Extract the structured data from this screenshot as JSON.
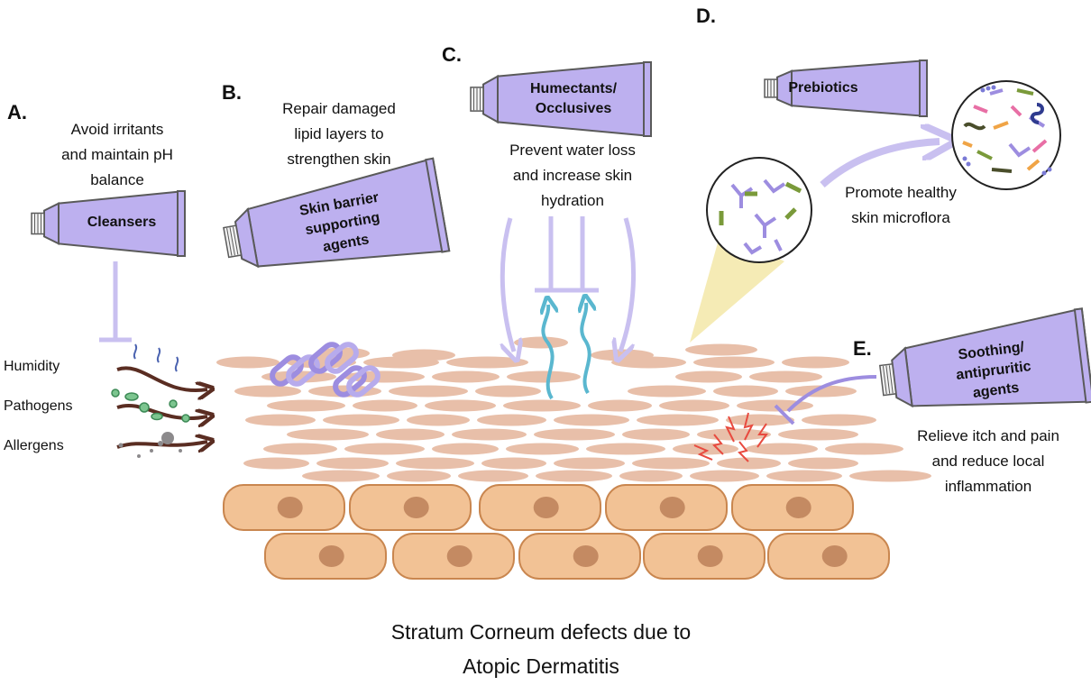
{
  "panels": {
    "a": {
      "letter": "A.",
      "description": "Avoid irritants\nand maintain pH\nbalance",
      "product": "Cleansers"
    },
    "b": {
      "letter": "B.",
      "description": "Repair damaged\nlipid layers to\nstrengthen skin",
      "product": "Skin barrier\nsupporting\nagents"
    },
    "c": {
      "letter": "C.",
      "description": "Prevent water loss\nand increase skin\nhydration",
      "product": "Humectants/\nOcclusives"
    },
    "d": {
      "letter": "D.",
      "description": "Promote healthy\nskin microflora",
      "product": "Prebiotics"
    },
    "e": {
      "letter": "E.",
      "description": "Relieve itch and pain\nand reduce local\ninflammation",
      "product": "Soothing/\nantipruritic\nagents"
    }
  },
  "stressors": [
    "Humidity",
    "Pathogens",
    "Allergens"
  ],
  "caption": "Stratum Corneum defects due to\nAtopic Dermatitis",
  "colors": {
    "tube": "#bdb0ef",
    "tube_outline": "#5a5a5a",
    "inhibit_line": "#c9c0f0",
    "corneocyte": "#e8bfa9",
    "cell": "#f2c295",
    "cell_outline": "#c9864f",
    "nucleus": "#c48a62",
    "water_arrow": "#5ab7cf",
    "stressor_arrow": "#5a2d22",
    "itch": "#e84a3f",
    "lipid_link": "#9d8de0",
    "zoom_cone": "#f3e7a8"
  }
}
